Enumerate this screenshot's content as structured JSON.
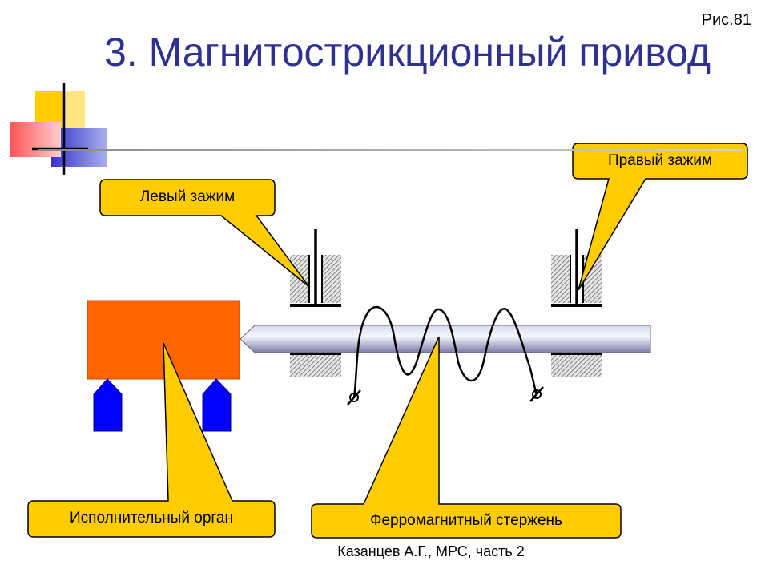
{
  "figure_number": "Рис.81",
  "title": "3. Магнитострикционный привод",
  "footer": "Казанцев А.Г., МРС, часть 2",
  "callouts": {
    "left_clamp": "Левый зажим",
    "right_clamp": "Правый зажим",
    "actuator": "Исполнительный орган",
    "rod": "Ферромагнитный стержень"
  },
  "colors": {
    "callout_fill": "#ffcc00",
    "actuator_fill": "#ff6600",
    "support_fill": "#0000ff",
    "title_color": "#2e3192"
  }
}
